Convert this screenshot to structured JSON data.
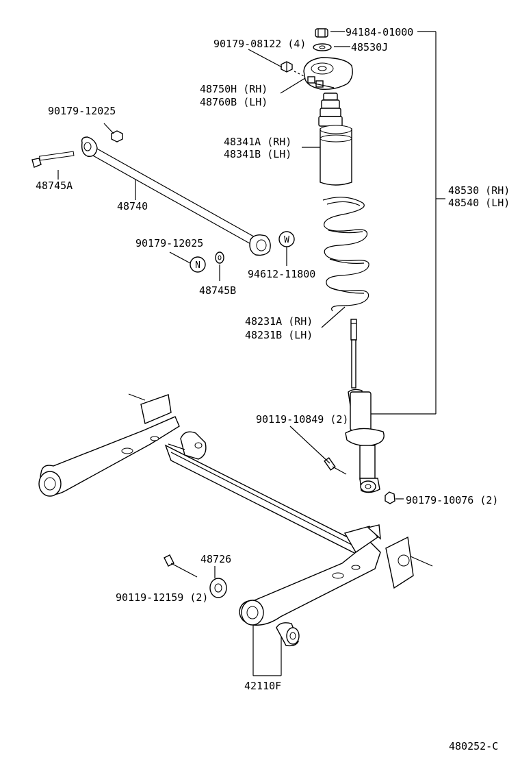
{
  "callouts": {
    "p94184": "94184-01000",
    "p48530J": "48530J",
    "p90179_08122": "90179-08122 (4)",
    "p48750H": "48750H (RH)",
    "p48760B": "48760B (LH)",
    "p90179_12025a": "90179-12025",
    "p48341A": "48341A (RH)",
    "p48341B": "48341B (LH)",
    "p48745A": "48745A",
    "p48740": "48740",
    "p48530RH": "48530 (RH)",
    "p48540LH": "48540 (LH)",
    "p90179_12025b": "90179-12025",
    "p94612": "94612-11800",
    "p48745B": "48745B",
    "p48231A": "48231A (RH)",
    "p48231B": "48231B (LH)",
    "p90119_10849": "90119-10849 (2)",
    "p90179_10076": "90179-10076 (2)",
    "p48726": "48726",
    "p90119_12159": "90119-12159 (2)",
    "p42110F": "42110F",
    "diagram_code": "480252-C"
  },
  "symbols": {
    "n": "N",
    "w": "W"
  },
  "colors": {
    "ink": "#000000",
    "paper": "#ffffff"
  }
}
